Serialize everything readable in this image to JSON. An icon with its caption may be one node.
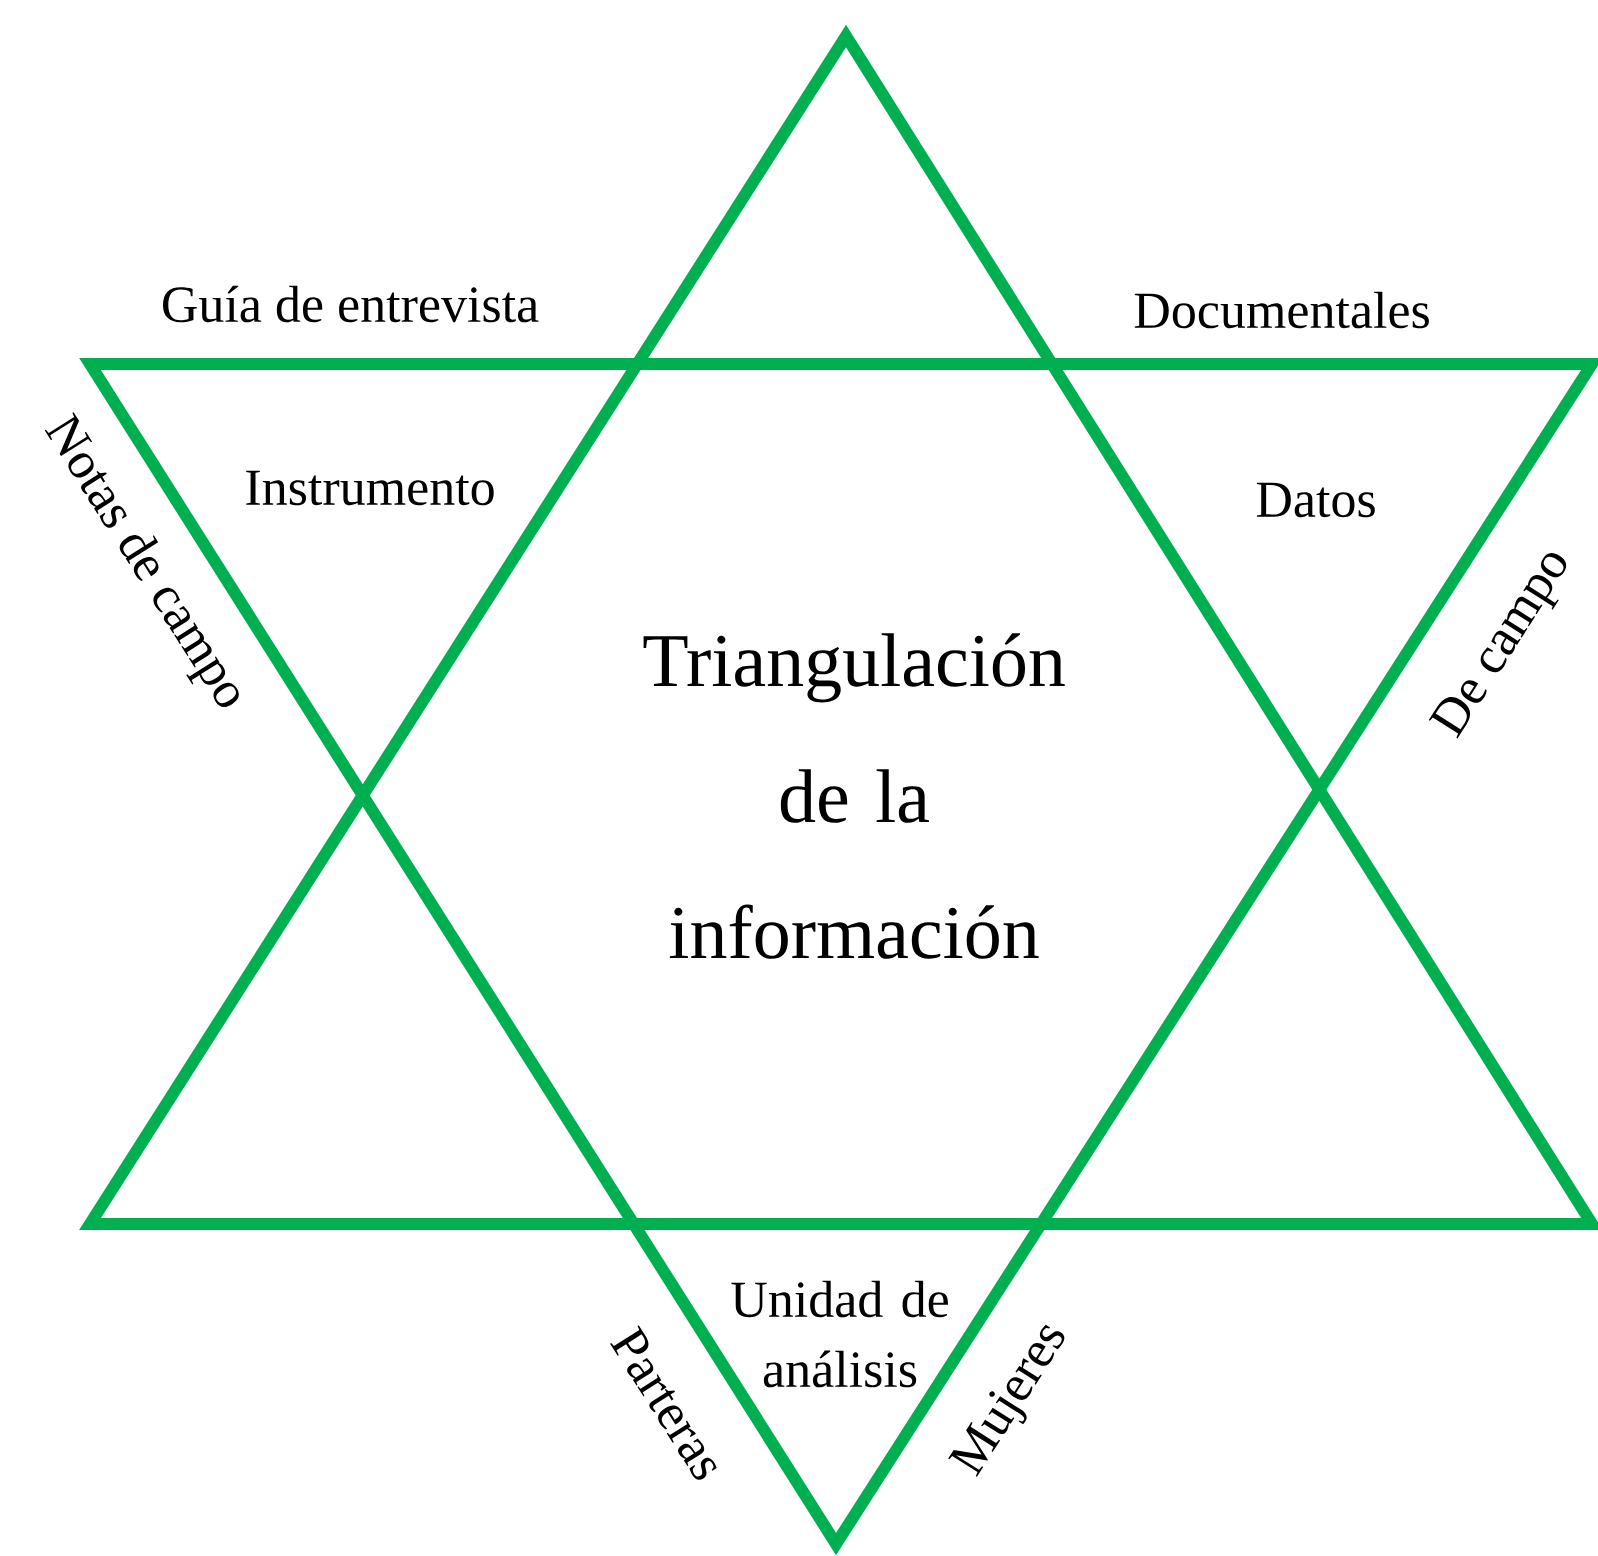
{
  "diagram": {
    "labels": [
      "Guía de entrevista",
      "Documentales",
      "Notas de campo",
      "Instrumento",
      "Datos",
      "De campo",
      "Triangulación de la información",
      "Unidad de análisis",
      "Parteras",
      "Mujeres"
    ]
  }
}
